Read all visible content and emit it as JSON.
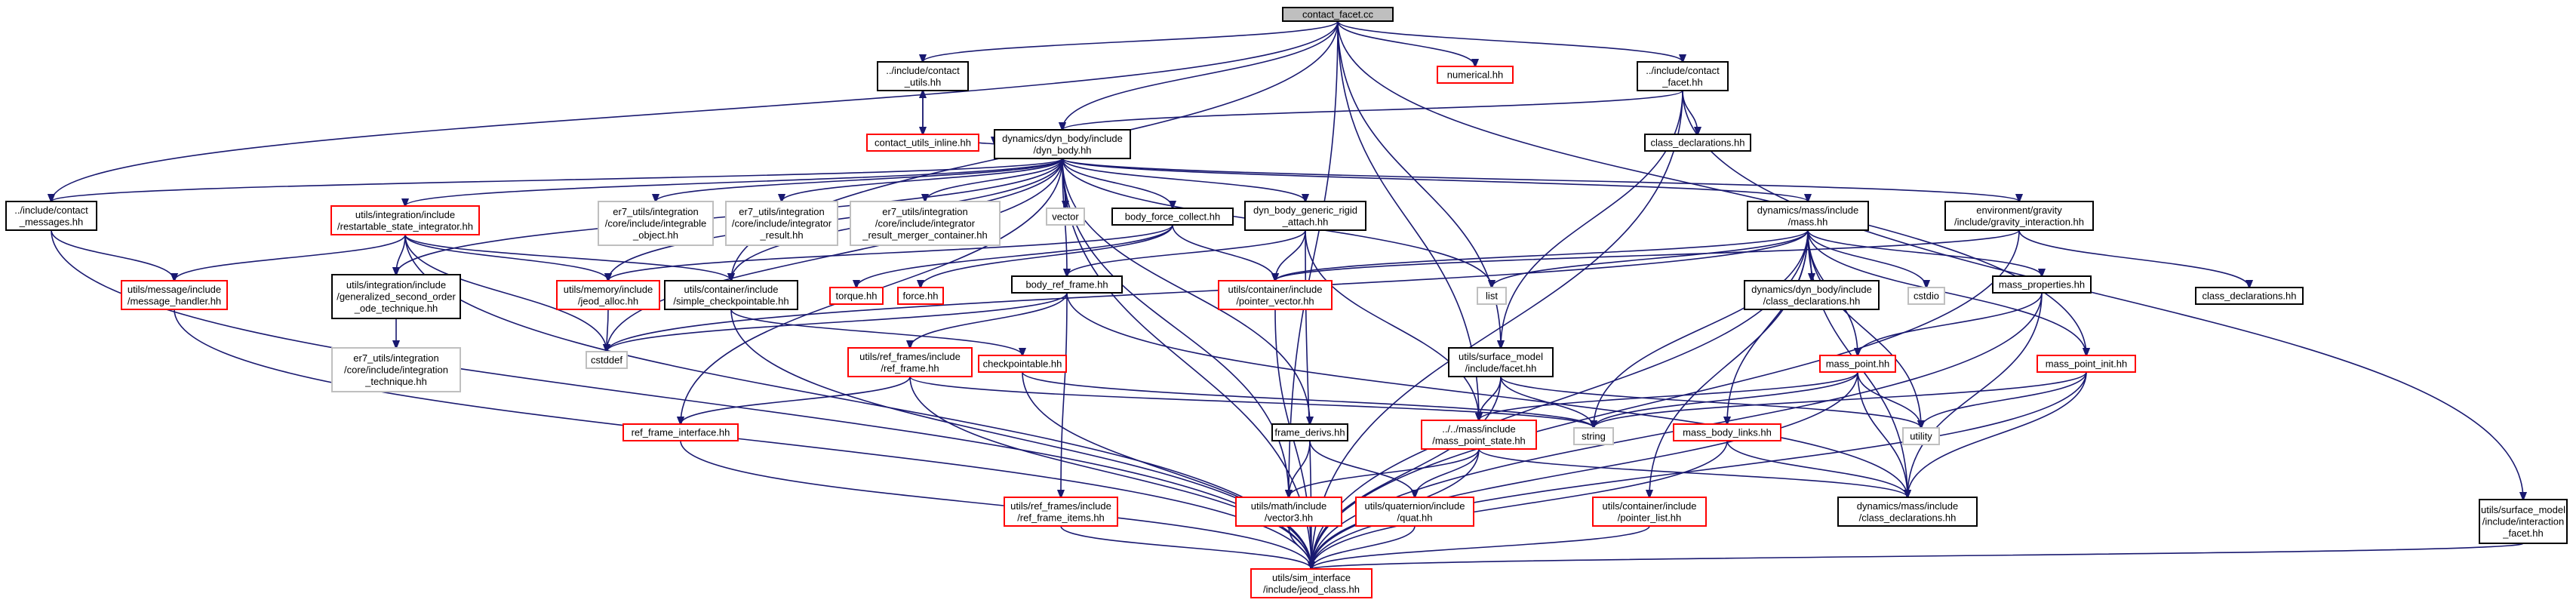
{
  "nodes": [
    {
      "id": "root",
      "lines": [
        "contact_facet.cc"
      ],
      "style": "root"
    },
    {
      "id": "contact_utils",
      "lines": [
        "../include/contact",
        "_utils.hh"
      ],
      "style": "black"
    },
    {
      "id": "numerical",
      "lines": [
        "numerical.hh"
      ],
      "style": "red"
    },
    {
      "id": "contact_facet_hh",
      "lines": [
        "../include/contact",
        "_facet.hh"
      ],
      "style": "black"
    },
    {
      "id": "contact_utils_inline",
      "lines": [
        "contact_utils_inline.hh"
      ],
      "style": "red"
    },
    {
      "id": "dyn_body",
      "lines": [
        "dynamics/dyn_body/include",
        "/dyn_body.hh"
      ],
      "style": "black"
    },
    {
      "id": "class_decl_top",
      "lines": [
        "class_declarations.hh"
      ],
      "style": "black"
    },
    {
      "id": "surface_interaction",
      "lines": [
        "utils/surface_model",
        "/include/interaction",
        "_facet.hh"
      ],
      "style": "black"
    },
    {
      "id": "contact_messages",
      "lines": [
        "../include/contact",
        "_messages.hh"
      ],
      "style": "black"
    },
    {
      "id": "restartable",
      "lines": [
        "utils/integration/include",
        "/restartable_state_integrator.hh"
      ],
      "style": "red"
    },
    {
      "id": "er7_integrable",
      "lines": [
        "er7_utils/integration",
        "/core/include/integrable",
        "_object.hh"
      ],
      "style": "gray"
    },
    {
      "id": "er7_integrator",
      "lines": [
        "er7_utils/integration",
        "/core/include/integrator",
        "_result.hh"
      ],
      "style": "gray"
    },
    {
      "id": "er7_merger",
      "lines": [
        "er7_utils/integration",
        "/core/include/integrator",
        "_result_merger_container.hh"
      ],
      "style": "gray"
    },
    {
      "id": "vector",
      "lines": [
        "vector"
      ],
      "style": "gray"
    },
    {
      "id": "body_force_collect",
      "lines": [
        "body_force_collect.hh"
      ],
      "style": "black"
    },
    {
      "id": "dyn_body_generic",
      "lines": [
        "dyn_body_generic_rigid",
        "_attach.hh"
      ],
      "style": "black"
    },
    {
      "id": "mass_hh",
      "lines": [
        "dynamics/mass/include",
        "/mass.hh"
      ],
      "style": "black"
    },
    {
      "id": "gravity_interaction",
      "lines": [
        "environment/gravity",
        "/include/gravity_interaction.hh"
      ],
      "style": "black"
    },
    {
      "id": "message_handler",
      "lines": [
        "utils/message/include",
        "/message_handler.hh"
      ],
      "style": "red"
    },
    {
      "id": "generalized",
      "lines": [
        "utils/integration/include",
        "/generalized_second_order",
        "_ode_technique.hh"
      ],
      "style": "black"
    },
    {
      "id": "jeod_alloc",
      "lines": [
        "utils/memory/include",
        "/jeod_alloc.hh"
      ],
      "style": "red"
    },
    {
      "id": "simple_checkpointable",
      "lines": [
        "utils/container/include",
        "/simple_checkpointable.hh"
      ],
      "style": "black"
    },
    {
      "id": "torque",
      "lines": [
        "torque.hh"
      ],
      "style": "red"
    },
    {
      "id": "force",
      "lines": [
        "force.hh"
      ],
      "style": "red"
    },
    {
      "id": "body_ref_frame",
      "lines": [
        "body_ref_frame.hh"
      ],
      "style": "black"
    },
    {
      "id": "pointer_vector",
      "lines": [
        "utils/container/include",
        "/pointer_vector.hh"
      ],
      "style": "red"
    },
    {
      "id": "list",
      "lines": [
        "list"
      ],
      "style": "gray"
    },
    {
      "id": "dyn_body_class_decl",
      "lines": [
        "dynamics/dyn_body/include",
        "/class_declarations.hh"
      ],
      "style": "black"
    },
    {
      "id": "cstdio",
      "lines": [
        "cstdio"
      ],
      "style": "gray"
    },
    {
      "id": "mass_properties",
      "lines": [
        "mass_properties.hh"
      ],
      "style": "black"
    },
    {
      "id": "class_decl_right",
      "lines": [
        "class_declarations.hh"
      ],
      "style": "black"
    },
    {
      "id": "er7_integration_technique",
      "lines": [
        "er7_utils/integration",
        "/core/include/integration",
        "_technique.hh"
      ],
      "style": "gray"
    },
    {
      "id": "cstddef",
      "lines": [
        "cstddef"
      ],
      "style": "gray"
    },
    {
      "id": "ref_frame",
      "lines": [
        "utils/ref_frames/include",
        "/ref_frame.hh"
      ],
      "style": "red"
    },
    {
      "id": "checkpointable",
      "lines": [
        "checkpointable.hh"
      ],
      "style": "red"
    },
    {
      "id": "facet_hh",
      "lines": [
        "utils/surface_model",
        "/include/facet.hh"
      ],
      "style": "black"
    },
    {
      "id": "mass_point",
      "lines": [
        "mass_point.hh"
      ],
      "style": "red"
    },
    {
      "id": "mass_point_init",
      "lines": [
        "mass_point_init.hh"
      ],
      "style": "red"
    },
    {
      "id": "string",
      "lines": [
        "string"
      ],
      "style": "gray"
    },
    {
      "id": "utility",
      "lines": [
        "utility"
      ],
      "style": "gray"
    },
    {
      "id": "ref_frame_interface",
      "lines": [
        "ref_frame_interface.hh"
      ],
      "style": "red"
    },
    {
      "id": "frame_derivs",
      "lines": [
        "frame_derivs.hh"
      ],
      "style": "black"
    },
    {
      "id": "mass_point_state",
      "lines": [
        "../../mass/include",
        "/mass_point_state.hh"
      ],
      "style": "red"
    },
    {
      "id": "mass_body_links",
      "lines": [
        "mass_body_links.hh"
      ],
      "style": "red"
    },
    {
      "id": "ref_frame_items",
      "lines": [
        "utils/ref_frames/include",
        "/ref_frame_items.hh"
      ],
      "style": "red"
    },
    {
      "id": "vector3",
      "lines": [
        "utils/math/include",
        "/vector3.hh"
      ],
      "style": "red"
    },
    {
      "id": "quat",
      "lines": [
        "utils/quaternion/include",
        "/quat.hh"
      ],
      "style": "red"
    },
    {
      "id": "pointer_list",
      "lines": [
        "utils/container/include",
        "/pointer_list.hh"
      ],
      "style": "red"
    },
    {
      "id": "mass_class_decl",
      "lines": [
        "dynamics/mass/include",
        "/class_declarations.hh"
      ],
      "style": "black"
    },
    {
      "id": "jeod_class",
      "lines": [
        "utils/sim_interface",
        "/include/jeod_class.hh"
      ],
      "style": "red"
    }
  ],
  "edges": [
    [
      "root",
      "contact_utils"
    ],
    [
      "root",
      "numerical"
    ],
    [
      "root",
      "contact_facet_hh"
    ],
    [
      "root",
      "dyn_body"
    ],
    [
      "root",
      "contact_messages"
    ],
    [
      "root",
      "facet_hh"
    ],
    [
      "root",
      "mass_point_state"
    ],
    [
      "root",
      "vector3"
    ],
    [
      "root",
      "simple_checkpointable"
    ],
    [
      "root",
      "mass_point_init"
    ],
    [
      "contact_utils",
      "contact_utils_inline"
    ],
    [
      "contact_utils_inline",
      "contact_utils"
    ],
    [
      "contact_utils_inline",
      "dyn_body"
    ],
    [
      "contact_facet_hh",
      "dyn_body"
    ],
    [
      "contact_facet_hh",
      "class_decl_top"
    ],
    [
      "contact_facet_hh",
      "surface_interaction"
    ],
    [
      "contact_facet_hh",
      "facet_hh"
    ],
    [
      "contact_facet_hh",
      "jeod_class"
    ],
    [
      "dyn_body",
      "contact_messages"
    ],
    [
      "dyn_body",
      "restartable"
    ],
    [
      "dyn_body",
      "er7_integrable"
    ],
    [
      "dyn_body",
      "er7_integrator"
    ],
    [
      "dyn_body",
      "er7_merger"
    ],
    [
      "dyn_body",
      "vector"
    ],
    [
      "dyn_body",
      "body_force_collect"
    ],
    [
      "dyn_body",
      "dyn_body_generic"
    ],
    [
      "dyn_body",
      "mass_hh"
    ],
    [
      "dyn_body",
      "gravity_interaction"
    ],
    [
      "dyn_body",
      "generalized"
    ],
    [
      "dyn_body",
      "jeod_alloc"
    ],
    [
      "dyn_body",
      "simple_checkpointable"
    ],
    [
      "dyn_body",
      "body_ref_frame"
    ],
    [
      "dyn_body",
      "list"
    ],
    [
      "dyn_body",
      "frame_derivs"
    ],
    [
      "dyn_body",
      "vector3"
    ],
    [
      "dyn_body",
      "ref_frame_interface"
    ],
    [
      "dyn_body",
      "cstddef"
    ],
    [
      "dyn_body",
      "jeod_class"
    ],
    [
      "contact_messages",
      "message_handler"
    ],
    [
      "contact_messages",
      "jeod_class"
    ],
    [
      "restartable",
      "message_handler"
    ],
    [
      "restartable",
      "generalized"
    ],
    [
      "restartable",
      "jeod_alloc"
    ],
    [
      "restartable",
      "simple_checkpointable"
    ],
    [
      "restartable",
      "cstddef"
    ],
    [
      "restartable",
      "jeod_class"
    ],
    [
      "body_force_collect",
      "jeod_alloc"
    ],
    [
      "body_force_collect",
      "torque"
    ],
    [
      "body_force_collect",
      "force"
    ],
    [
      "body_force_collect",
      "pointer_vector"
    ],
    [
      "dyn_body_generic",
      "body_ref_frame"
    ],
    [
      "dyn_body_generic",
      "pointer_vector"
    ],
    [
      "dyn_body_generic",
      "mass_point_state"
    ],
    [
      "dyn_body_generic",
      "jeod_class"
    ],
    [
      "mass_hh",
      "list"
    ],
    [
      "mass_hh",
      "dyn_body_class_decl"
    ],
    [
      "mass_hh",
      "cstdio"
    ],
    [
      "mass_hh",
      "mass_properties"
    ],
    [
      "mass_hh",
      "mass_point"
    ],
    [
      "mass_hh",
      "mass_point_init"
    ],
    [
      "mass_hh",
      "string"
    ],
    [
      "mass_hh",
      "utility"
    ],
    [
      "mass_hh",
      "mass_body_links"
    ],
    [
      "mass_hh",
      "pointer_list"
    ],
    [
      "mass_hh",
      "mass_class_decl"
    ],
    [
      "mass_hh",
      "jeod_class"
    ],
    [
      "mass_hh",
      "pointer_vector"
    ],
    [
      "mass_hh",
      "cstddef"
    ],
    [
      "gravity_interaction",
      "class_decl_right"
    ],
    [
      "gravity_interaction",
      "pointer_vector"
    ],
    [
      "gravity_interaction",
      "jeod_class"
    ],
    [
      "message_handler",
      "jeod_class"
    ],
    [
      "generalized",
      "er7_integration_technique"
    ],
    [
      "jeod_alloc",
      "cstddef"
    ],
    [
      "simple_checkpointable",
      "checkpointable"
    ],
    [
      "simple_checkpointable",
      "jeod_class"
    ],
    [
      "body_ref_frame",
      "ref_frame"
    ],
    [
      "body_ref_frame",
      "ref_frame_items"
    ],
    [
      "body_ref_frame",
      "mass_class_decl"
    ],
    [
      "body_ref_frame",
      "cstddef"
    ],
    [
      "pointer_vector",
      "jeod_class"
    ],
    [
      "mass_properties",
      "mass_point"
    ],
    [
      "mass_properties",
      "mass_class_decl"
    ],
    [
      "mass_properties",
      "jeod_class"
    ],
    [
      "ref_frame",
      "ref_frame_interface"
    ],
    [
      "ref_frame",
      "string"
    ],
    [
      "ref_frame",
      "jeod_class"
    ],
    [
      "checkpointable",
      "string"
    ],
    [
      "checkpointable",
      "jeod_class"
    ],
    [
      "facet_hh",
      "mass_point_state"
    ],
    [
      "facet_hh",
      "string"
    ],
    [
      "facet_hh",
      "utility"
    ],
    [
      "facet_hh",
      "jeod_class"
    ],
    [
      "mass_point",
      "mass_point_state"
    ],
    [
      "mass_point",
      "string"
    ],
    [
      "mass_point",
      "utility"
    ],
    [
      "mass_point",
      "mass_class_decl"
    ],
    [
      "mass_point",
      "jeod_class"
    ],
    [
      "mass_point_init",
      "string"
    ],
    [
      "mass_point_init",
      "utility"
    ],
    [
      "mass_point_init",
      "mass_class_decl"
    ],
    [
      "mass_point_init",
      "jeod_class"
    ],
    [
      "ref_frame_interface",
      "jeod_class"
    ],
    [
      "frame_derivs",
      "vector3"
    ],
    [
      "frame_derivs",
      "quat"
    ],
    [
      "mass_point_state",
      "vector3"
    ],
    [
      "mass_point_state",
      "quat"
    ],
    [
      "mass_point_state",
      "mass_class_decl"
    ],
    [
      "mass_point_state",
      "jeod_class"
    ],
    [
      "mass_body_links",
      "mass_class_decl"
    ],
    [
      "mass_body_links",
      "jeod_class"
    ],
    [
      "ref_frame_items",
      "jeod_class"
    ],
    [
      "vector3",
      "jeod_class"
    ],
    [
      "quat",
      "jeod_class"
    ],
    [
      "pointer_list",
      "jeod_class"
    ],
    [
      "surface_interaction",
      "jeod_class"
    ]
  ]
}
